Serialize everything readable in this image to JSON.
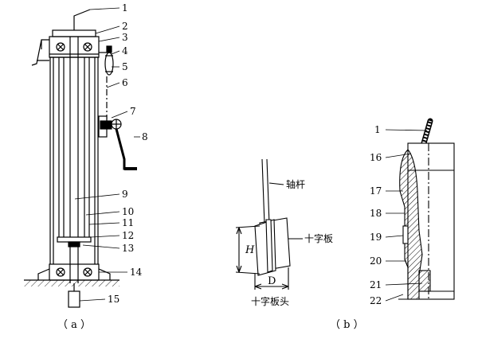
{
  "callouts_a": [
    "1",
    "2",
    "3",
    "4",
    "5",
    "6",
    "7",
    "8",
    "9",
    "10",
    "11",
    "12",
    "13",
    "14",
    "15"
  ],
  "callouts_c": [
    "1",
    "16",
    "17",
    "18",
    "19",
    "20",
    "21",
    "22"
  ],
  "panel_b": {
    "shaft_label": "轴杆",
    "vane_label": "十字板",
    "head_label": "十字板头",
    "height_symbol": "H",
    "diameter_symbol": "D"
  },
  "captions": {
    "a": "（ a ）",
    "b": "（ b ）"
  }
}
